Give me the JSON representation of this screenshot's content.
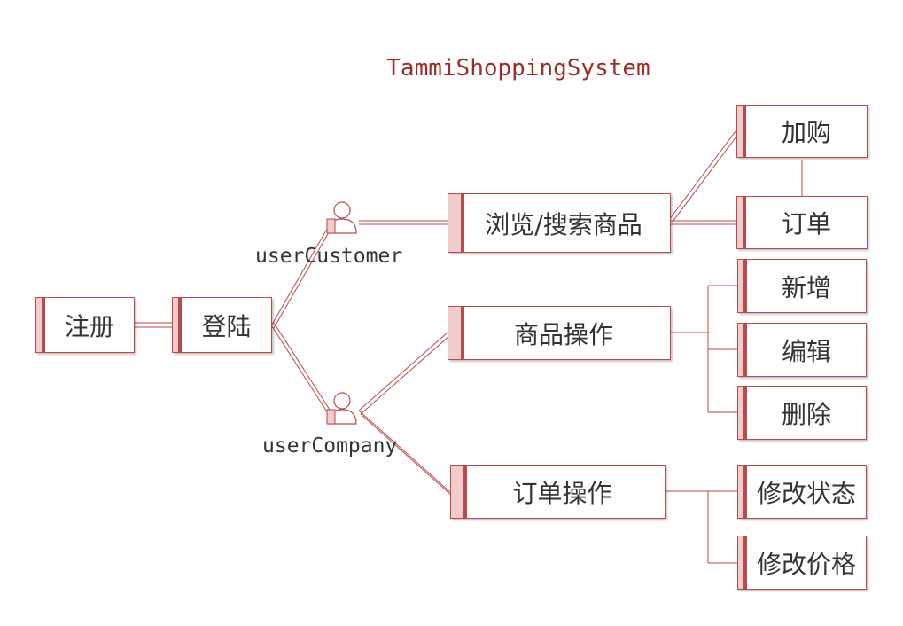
{
  "title": "TammiShoppingSystem",
  "colors": {
    "accent": "#b84a4a",
    "accent_light": "#f0cccc",
    "title": "#9a2c2c",
    "text": "#333333"
  },
  "nodes": {
    "register": "注册",
    "login": "登陆",
    "browse_search": "浏览/搜索商品",
    "add_cart": "加购",
    "order": "订单",
    "product_ops": "商品操作",
    "add": "新增",
    "edit": "编辑",
    "delete": "删除",
    "order_ops": "订单操作",
    "modify_status": "修改状态",
    "modify_price": "修改价格"
  },
  "actors": {
    "customer": "userCustomer",
    "company": "userCompany"
  }
}
